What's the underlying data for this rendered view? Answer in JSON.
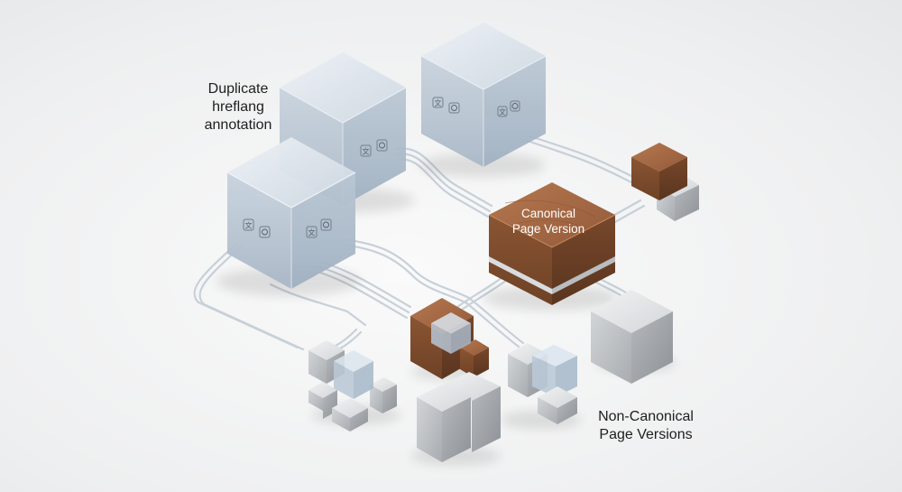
{
  "labels": {
    "duplicate": [
      "Duplicate",
      "hreflang",
      "annotation"
    ],
    "canonical": [
      "Canonical",
      "Page Version"
    ],
    "non_canonical": [
      "Non-Canonical",
      "Page Versions"
    ]
  },
  "colors": {
    "glass_top": "#dfe6ee",
    "glass_left": "#b9c6d4",
    "glass_right": "#aebccb",
    "wood_top": "#a56a44",
    "wood_left": "#7b4a2b",
    "wood_right": "#6a3f24",
    "metal_top": "#e4e6e8",
    "metal_left": "#b7babd",
    "metal_right": "#9fa3a7",
    "pipe": "#c9d2dc"
  },
  "icons": [
    "translate-icon",
    "globe-icon"
  ]
}
